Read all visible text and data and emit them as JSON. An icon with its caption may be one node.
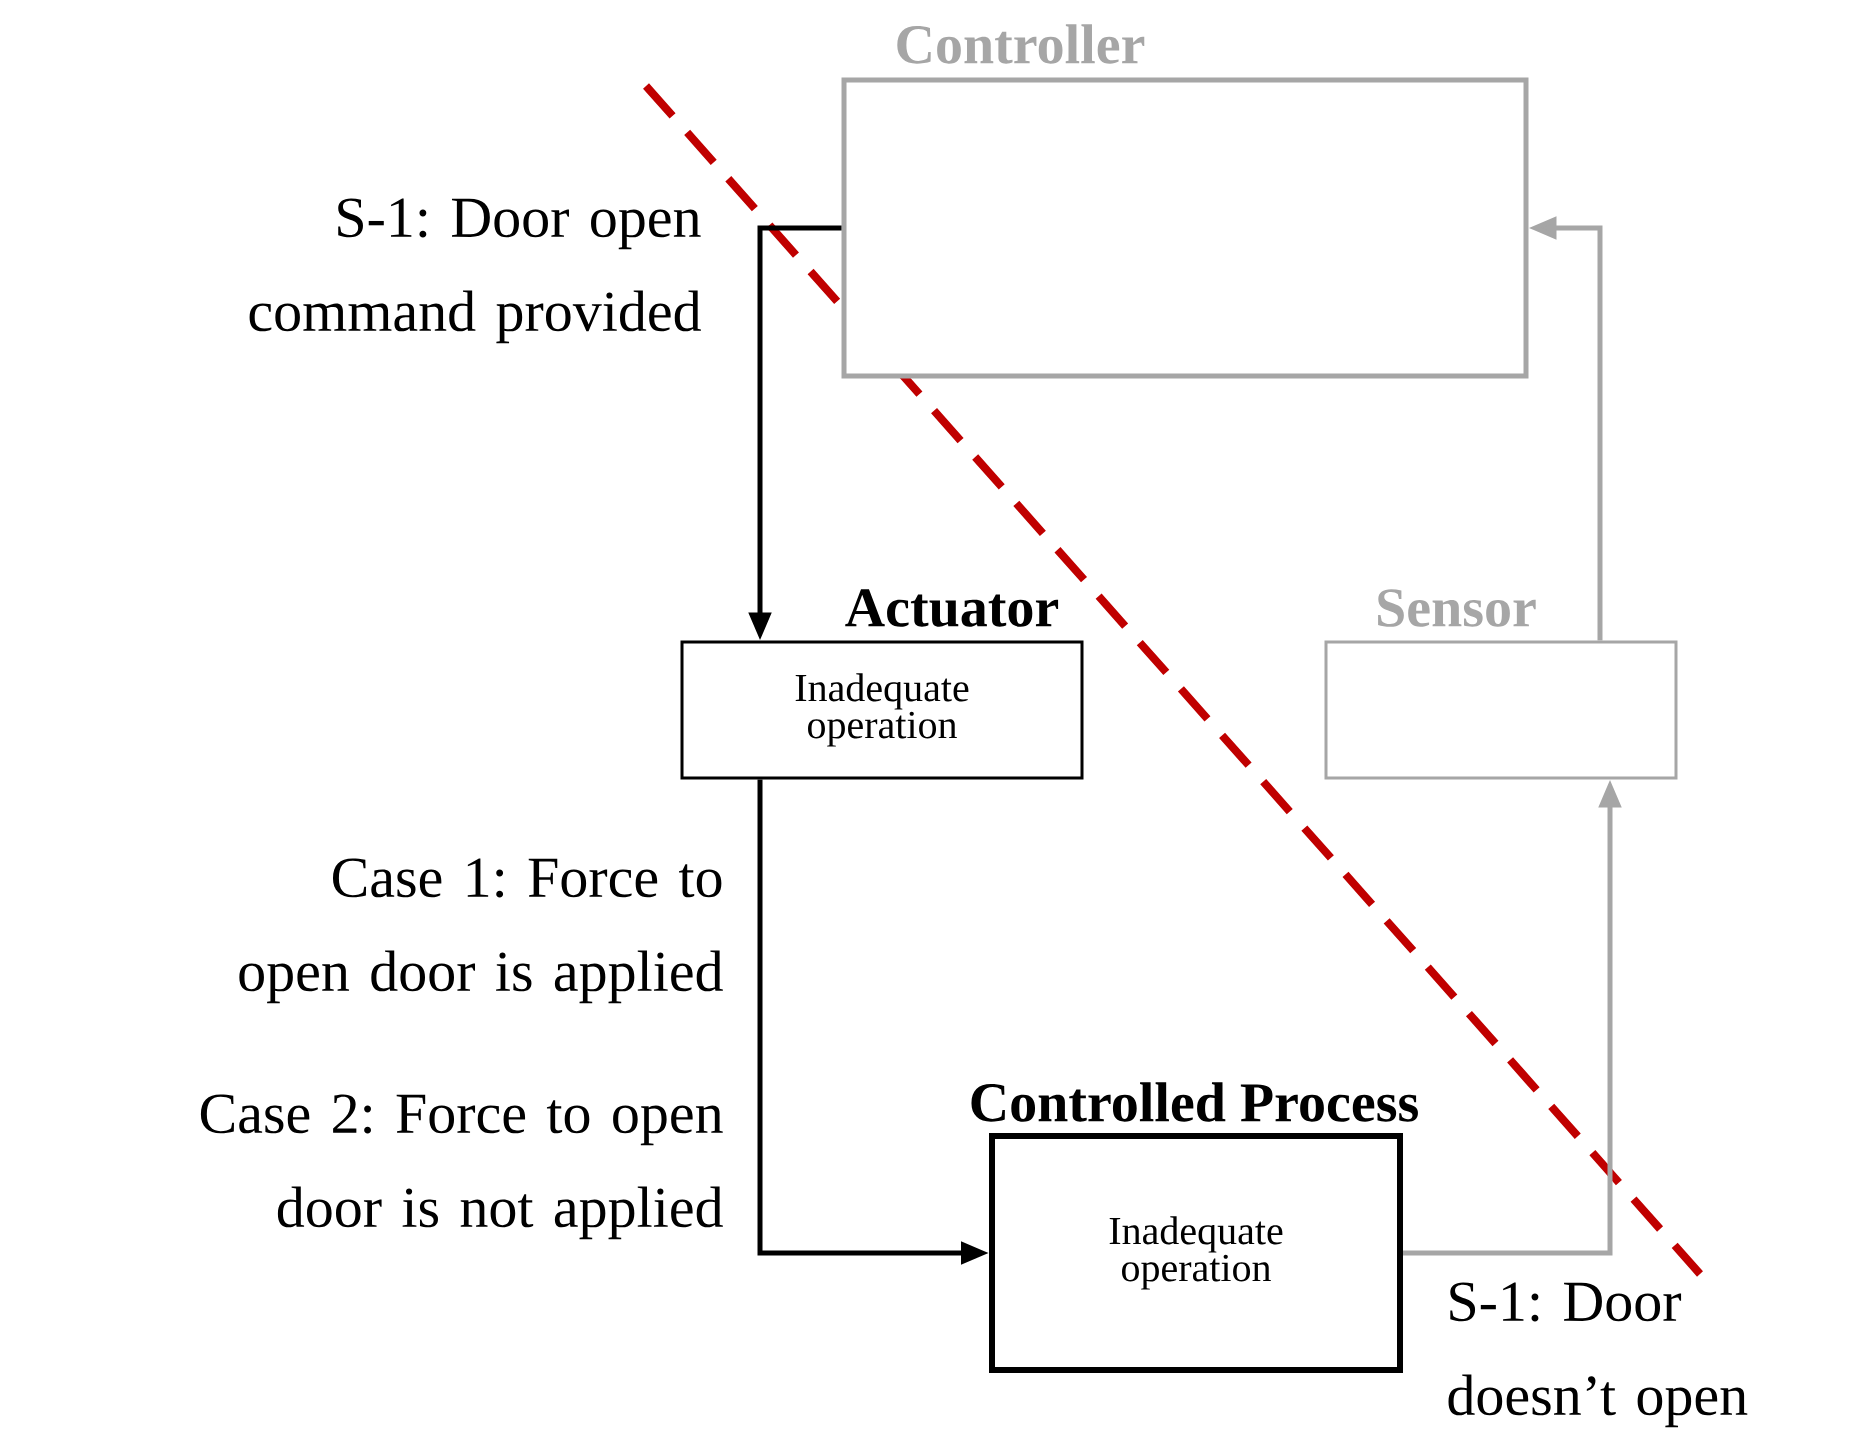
{
  "diagram": {
    "nodes": [
      {
        "text": [
          "Controller"
        ]
      },
      {
        "text": [
          "Actuator",
          "Inadequate operation"
        ]
      },
      {
        "text": [
          "Sensor"
        ]
      },
      {
        "text": [
          "Controlled Process",
          "Inadequate operation"
        ]
      }
    ],
    "edges": [
      {
        "from": 0,
        "to": 1,
        "arrow": "to",
        "label": "S-1: Door open command provided"
      },
      {
        "from": 1,
        "to": 3,
        "arrow": "to"
      },
      {
        "from": 3,
        "to": 2,
        "arrow": "to",
        "color": "#a6a6a6"
      },
      {
        "from": 2,
        "to": 0,
        "arrow": "to",
        "color": "#a6a6a6"
      }
    ],
    "labels": [
      "Case 1: Force to open door is applied",
      "Case 2: Force to open door is not applied",
      "S-1: Door doesn’t open"
    ]
  }
}
